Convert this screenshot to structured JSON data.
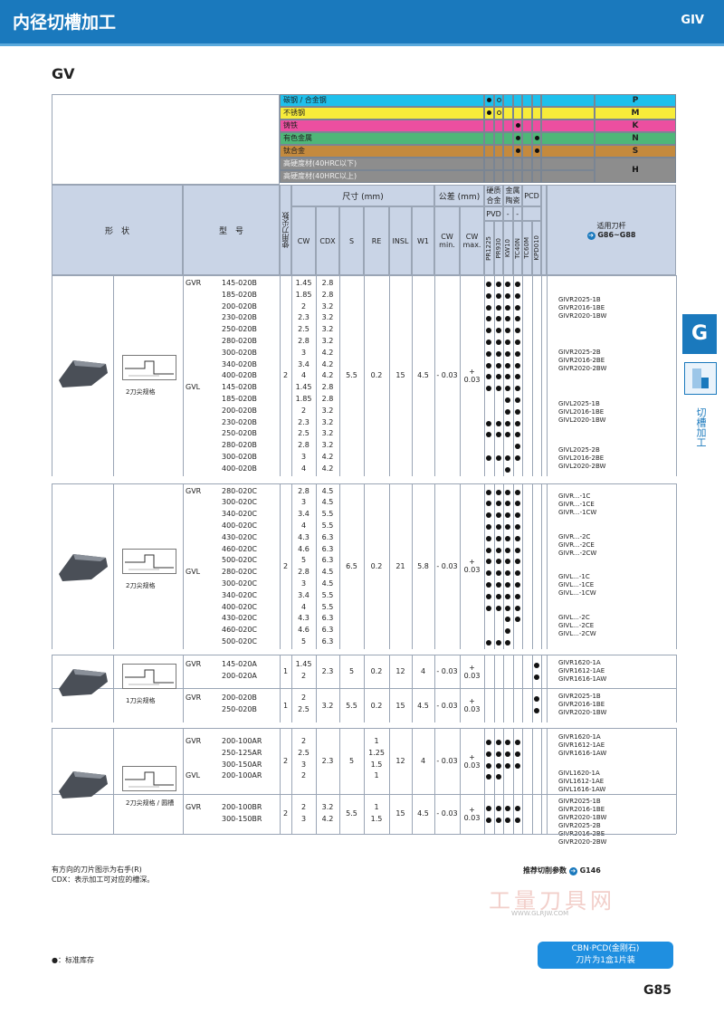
{
  "header": {
    "title": "内径切槽加工",
    "code": "GIV"
  },
  "section_title": "GV",
  "side_tab": {
    "letter": "G",
    "text": "切槽加工"
  },
  "materials": [
    {
      "label": "碳钢 / 合金钢",
      "code": "P",
      "color": "#1ec0ec"
    },
    {
      "label": "不锈钢",
      "code": "M",
      "color": "#f7ec3a"
    },
    {
      "label": "铸铁",
      "code": "K",
      "color": "#ec4fa0"
    },
    {
      "label": "有色金属",
      "code": "N",
      "color": "#4fb678"
    },
    {
      "label": "钛合金",
      "code": "S",
      "color": "#c48a3e"
    },
    {
      "label": "高硬度材(40HRC以下)",
      "code": "H",
      "color": "#8d8d8d"
    },
    {
      "label": "高硬度材(40HRC以上)",
      "code": "",
      "color": "#8d8d8d"
    }
  ],
  "headers": {
    "shape": "形　状",
    "model": "型　号",
    "edges": "使用刀尖数",
    "dims": "尺寸 (mm)",
    "tol": "公差 (mm)",
    "cw": "CW",
    "cdx": "CDX",
    "s": "S",
    "re": "RE",
    "insl": "INSL",
    "w1": "W1",
    "cwmin": "CW\nmin.",
    "cwmax": "CW\nmax.",
    "hard_alloy": "硬质\n合金",
    "cermet": "金属\n陶瓷",
    "pcd": "PCD",
    "pvd": "PVD",
    "dash1": "-",
    "dash2": "-",
    "grades": [
      "PR1225",
      "PR930",
      "KW10",
      "TC40N",
      "TC60M",
      "KPD010"
    ],
    "holder": "适用刀杆",
    "holder_ref": "G86~G88"
  },
  "groups": [
    {
      "shape_caption": "2刀尖规格",
      "edges": "2",
      "s": "5.5",
      "re": "0.2",
      "insl": "15",
      "w1": "4.5",
      "tol_min": "- 0.03",
      "tol_max": "+ 0.03",
      "rows": [
        {
          "side": "GVR",
          "model": "145-020B",
          "cw": "1.45",
          "cdx": "2.8"
        },
        {
          "side": "",
          "model": "185-020B",
          "cw": "1.85",
          "cdx": "2.8"
        },
        {
          "side": "",
          "model": "200-020B",
          "cw": "2",
          "cdx": "3.2"
        },
        {
          "side": "",
          "model": "230-020B",
          "cw": "2.3",
          "cdx": "3.2"
        },
        {
          "side": "",
          "model": "250-020B",
          "cw": "2.5",
          "cdx": "3.2"
        },
        {
          "side": "",
          "model": "280-020B",
          "cw": "2.8",
          "cdx": "3.2"
        },
        {
          "side": "",
          "model": "300-020B",
          "cw": "3",
          "cdx": "4.2"
        },
        {
          "side": "",
          "model": "340-020B",
          "cw": "3.4",
          "cdx": "4.2"
        },
        {
          "side": "",
          "model": "400-020B",
          "cw": "4",
          "cdx": "4.2"
        },
        {
          "side": "GVL",
          "model": "145-020B",
          "cw": "1.45",
          "cdx": "2.8"
        },
        {
          "side": "",
          "model": "185-020B",
          "cw": "1.85",
          "cdx": "2.8"
        },
        {
          "side": "",
          "model": "200-020B",
          "cw": "2",
          "cdx": "3.2"
        },
        {
          "side": "",
          "model": "230-020B",
          "cw": "2.3",
          "cdx": "3.2"
        },
        {
          "side": "",
          "model": "250-020B",
          "cw": "2.5",
          "cdx": "3.2"
        },
        {
          "side": "",
          "model": "280-020B",
          "cw": "2.8",
          "cdx": "3.2"
        },
        {
          "side": "",
          "model": "300-020B",
          "cw": "3",
          "cdx": "4.2"
        },
        {
          "side": "",
          "model": "400-020B",
          "cw": "4",
          "cdx": "4.2"
        }
      ],
      "holders": [
        {
          "lines": [
            "GIVR2025-1B",
            "GIVR2016-1BE",
            "GIVR2020-1BW"
          ],
          "span": 5
        },
        {
          "lines": [
            "GIVR2025-2B",
            "GIVR2016-2BE",
            "GIVR2020-2BW"
          ],
          "span": 4
        },
        {
          "lines": [
            "GIVL2025-1B",
            "GIVL2016-1BE",
            "GIVL2020-1BW"
          ],
          "span": 5
        },
        {
          "lines": [
            "GIVL2025-2B",
            "GIVL2016-2BE",
            "GIVL2020-2BW"
          ],
          "span": 3
        }
      ]
    },
    {
      "shape_caption": "2刀尖规格",
      "edges": "2",
      "s": "6.5",
      "re": "0.2",
      "insl": "21",
      "w1": "5.8",
      "tol_min": "- 0.03",
      "tol_max": "+ 0.03",
      "rows": [
        {
          "side": "GVR",
          "model": "280-020C",
          "cw": "2.8",
          "cdx": "4.5"
        },
        {
          "side": "",
          "model": "300-020C",
          "cw": "3",
          "cdx": "4.5"
        },
        {
          "side": "",
          "model": "340-020C",
          "cw": "3.4",
          "cdx": "5.5"
        },
        {
          "side": "",
          "model": "400-020C",
          "cw": "4",
          "cdx": "5.5"
        },
        {
          "side": "",
          "model": "430-020C",
          "cw": "4.3",
          "cdx": "6.3"
        },
        {
          "side": "",
          "model": "460-020C",
          "cw": "4.6",
          "cdx": "6.3"
        },
        {
          "side": "",
          "model": "500-020C",
          "cw": "5",
          "cdx": "6.3"
        },
        {
          "side": "GVL",
          "model": "280-020C",
          "cw": "2.8",
          "cdx": "4.5"
        },
        {
          "side": "",
          "model": "300-020C",
          "cw": "3",
          "cdx": "4.5"
        },
        {
          "side": "",
          "model": "340-020C",
          "cw": "3.4",
          "cdx": "5.5"
        },
        {
          "side": "",
          "model": "400-020C",
          "cw": "4",
          "cdx": "5.5"
        },
        {
          "side": "",
          "model": "430-020C",
          "cw": "4.3",
          "cdx": "6.3"
        },
        {
          "side": "",
          "model": "460-020C",
          "cw": "4.6",
          "cdx": "6.3"
        },
        {
          "side": "",
          "model": "500-020C",
          "cw": "5",
          "cdx": "6.3"
        }
      ],
      "holders": [
        {
          "lines": [
            "GIVR...-1C",
            "GIVR...-1CE",
            "GIVR...-1CW"
          ],
          "span": 3
        },
        {
          "lines": [
            "GIVR...-2C",
            "GIVR...-2CE",
            "GIVR...-2CW"
          ],
          "span": 4
        },
        {
          "lines": [
            "GIVL...-1C",
            "GIVL...-1CE",
            "GIVL...-1CW"
          ],
          "span": 3
        },
        {
          "lines": [
            "GIVL...-2C",
            "GIVL...-2CE",
            "GIVL...-2CW"
          ],
          "span": 4
        }
      ]
    },
    {
      "shape_caption": "1刀尖规格",
      "subgroups": [
        {
          "edges": "1",
          "s": "5",
          "re": "0.2",
          "insl": "12",
          "w1": "4",
          "tol_min": "- 0.03",
          "tol_max": "+ 0.03",
          "cdx": "2.3",
          "rows": [
            {
              "side": "GVR",
              "model": "145-020A",
              "cw": "1.45"
            },
            {
              "side": "",
              "model": "200-020A",
              "cw": "2"
            }
          ],
          "holder": [
            "GIVR1620-1A",
            "GIVR1612-1AE",
            "GIVR1616-1AW"
          ]
        },
        {
          "edges": "1",
          "s": "5.5",
          "re": "0.2",
          "insl": "15",
          "w1": "4.5",
          "tol_min": "- 0.03",
          "tol_max": "+ 0.03",
          "cdx": "3.2",
          "rows": [
            {
              "side": "GVR",
              "model": "200-020B",
              "cw": "2"
            },
            {
              "side": "",
              "model": "250-020B",
              "cw": "2.5"
            }
          ],
          "holder": [
            "GIVR2025-1B",
            "GIVR2016-1BE",
            "GIVR2020-1BW"
          ]
        }
      ]
    },
    {
      "shape_caption": "2刀尖规格 / 圆槽",
      "subgroups": [
        {
          "edges": "2",
          "s": "5",
          "insl": "12",
          "w1": "4",
          "tol_min": "- 0.03",
          "tol_max": "+ 0.03",
          "cdx": "2.3",
          "rows": [
            {
              "side": "GVR",
              "model": "200-100AR",
              "cw": "2",
              "re": "1"
            },
            {
              "side": "",
              "model": "250-125AR",
              "cw": "2.5",
              "re": "1.25"
            },
            {
              "side": "",
              "model": "300-150AR",
              "cw": "3",
              "re": "1.5"
            },
            {
              "side": "GVL",
              "model": "200-100AR",
              "cw": "2",
              "re": "1"
            }
          ],
          "holders": [
            [
              "GIVR1620-1A",
              "GIVR1612-1AE",
              "GIVR1616-1AW"
            ],
            [
              "GIVL1620-1A",
              "GIVL1612-1AE",
              "GIVL1616-1AW"
            ]
          ]
        },
        {
          "edges": "2",
          "s": "5.5",
          "insl": "15",
          "w1": "4.5",
          "tol_min": "- 0.03",
          "tol_max": "+ 0.03",
          "rows": [
            {
              "side": "GVR",
              "model": "200-100BR",
              "cw": "2",
              "cdx": "3.2",
              "re": "1"
            },
            {
              "side": "",
              "model": "300-150BR",
              "cw": "3",
              "cdx": "4.2",
              "re": "1.5"
            }
          ],
          "holder": [
            "GIVR2025-1B",
            "GIVR2016-1BE",
            "GIVR2020-1BW",
            "GIVR2025-2B",
            "GIVR2016-2BE",
            "GIVR2020-2BW"
          ]
        }
      ]
    }
  ],
  "notes": [
    "有方向的刀片图示为右手(R)",
    "CDX：表示加工可对应的槽深。"
  ],
  "recommend": {
    "label": "推荐切削参数",
    "ref": "G146"
  },
  "legend": "●：标准库存",
  "foot_box": [
    "CBN·PCD(金刚石)",
    "刀片为1盒1片装"
  ],
  "page_number": "G85",
  "watermark": {
    "main": "工量刀具网",
    "url": "WWW.GLRJW.COM"
  },
  "colors": {
    "accent": "#1a79bd",
    "header_bg": "#c9d4e6"
  }
}
